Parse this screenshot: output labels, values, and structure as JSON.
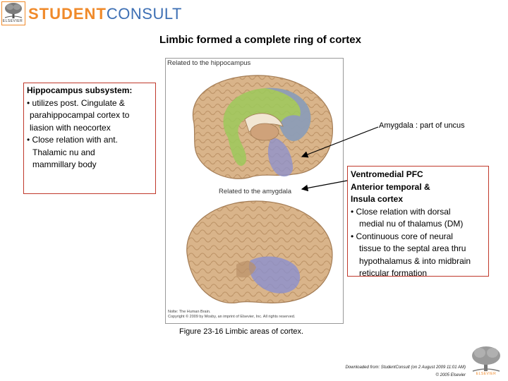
{
  "header": {
    "logo_caption": "ELSEVIER",
    "brand_part1": "STUDENT",
    "brand_part2": "CONSULT"
  },
  "title": "Limbic formed a complete ring of cortex",
  "figure": {
    "top_label": "Related to the hippocampus",
    "bottom_label": "Related to the amygdala",
    "copyright_line1": "Nolte: The Human Brain.",
    "copyright_line2": "Copyright © 2009 by Mosby, an imprint of Elsevier, Inc. All rights reserved.",
    "caption": "Figure 23-16 Limbic areas of cortex."
  },
  "hippocampus_box": {
    "heading": "Hippocampus subsystem:",
    "lines": [
      "• utilizes post. Cingulate &",
      "parahippocampal cortex to",
      "liasion with neocortex",
      "• Close relation with ant.",
      "Thalamic nu and",
      "mammillary body"
    ]
  },
  "amygdala_note": "Amygdala : part of uncus",
  "vmpfc_box": {
    "heading_lines": [
      "Ventromedial PFC",
      "Anterior temporal &",
      "Insula cortex"
    ],
    "lines": [
      "• Close relation with dorsal",
      "medial nu of thalamus (DM)",
      "• Continuous core of neural",
      "tissue to the septal area thru",
      "hypothalamus & into midbrain",
      "reticular formation"
    ]
  },
  "footer": {
    "downloaded": "Downloaded from: StudentConsult (on 2 August 2009 11:01 AM)",
    "copyright": "© 2005 Elsevier",
    "logo_caption": "ELSEVIER"
  },
  "colors": {
    "brand_orange": "#f08a2a",
    "brand_blue": "#3d6fb4",
    "callout_border": "#c0392b",
    "brain_tan": "#d9b48a",
    "highlight_green": "#9cc95a",
    "highlight_blue": "#8a90d0"
  }
}
